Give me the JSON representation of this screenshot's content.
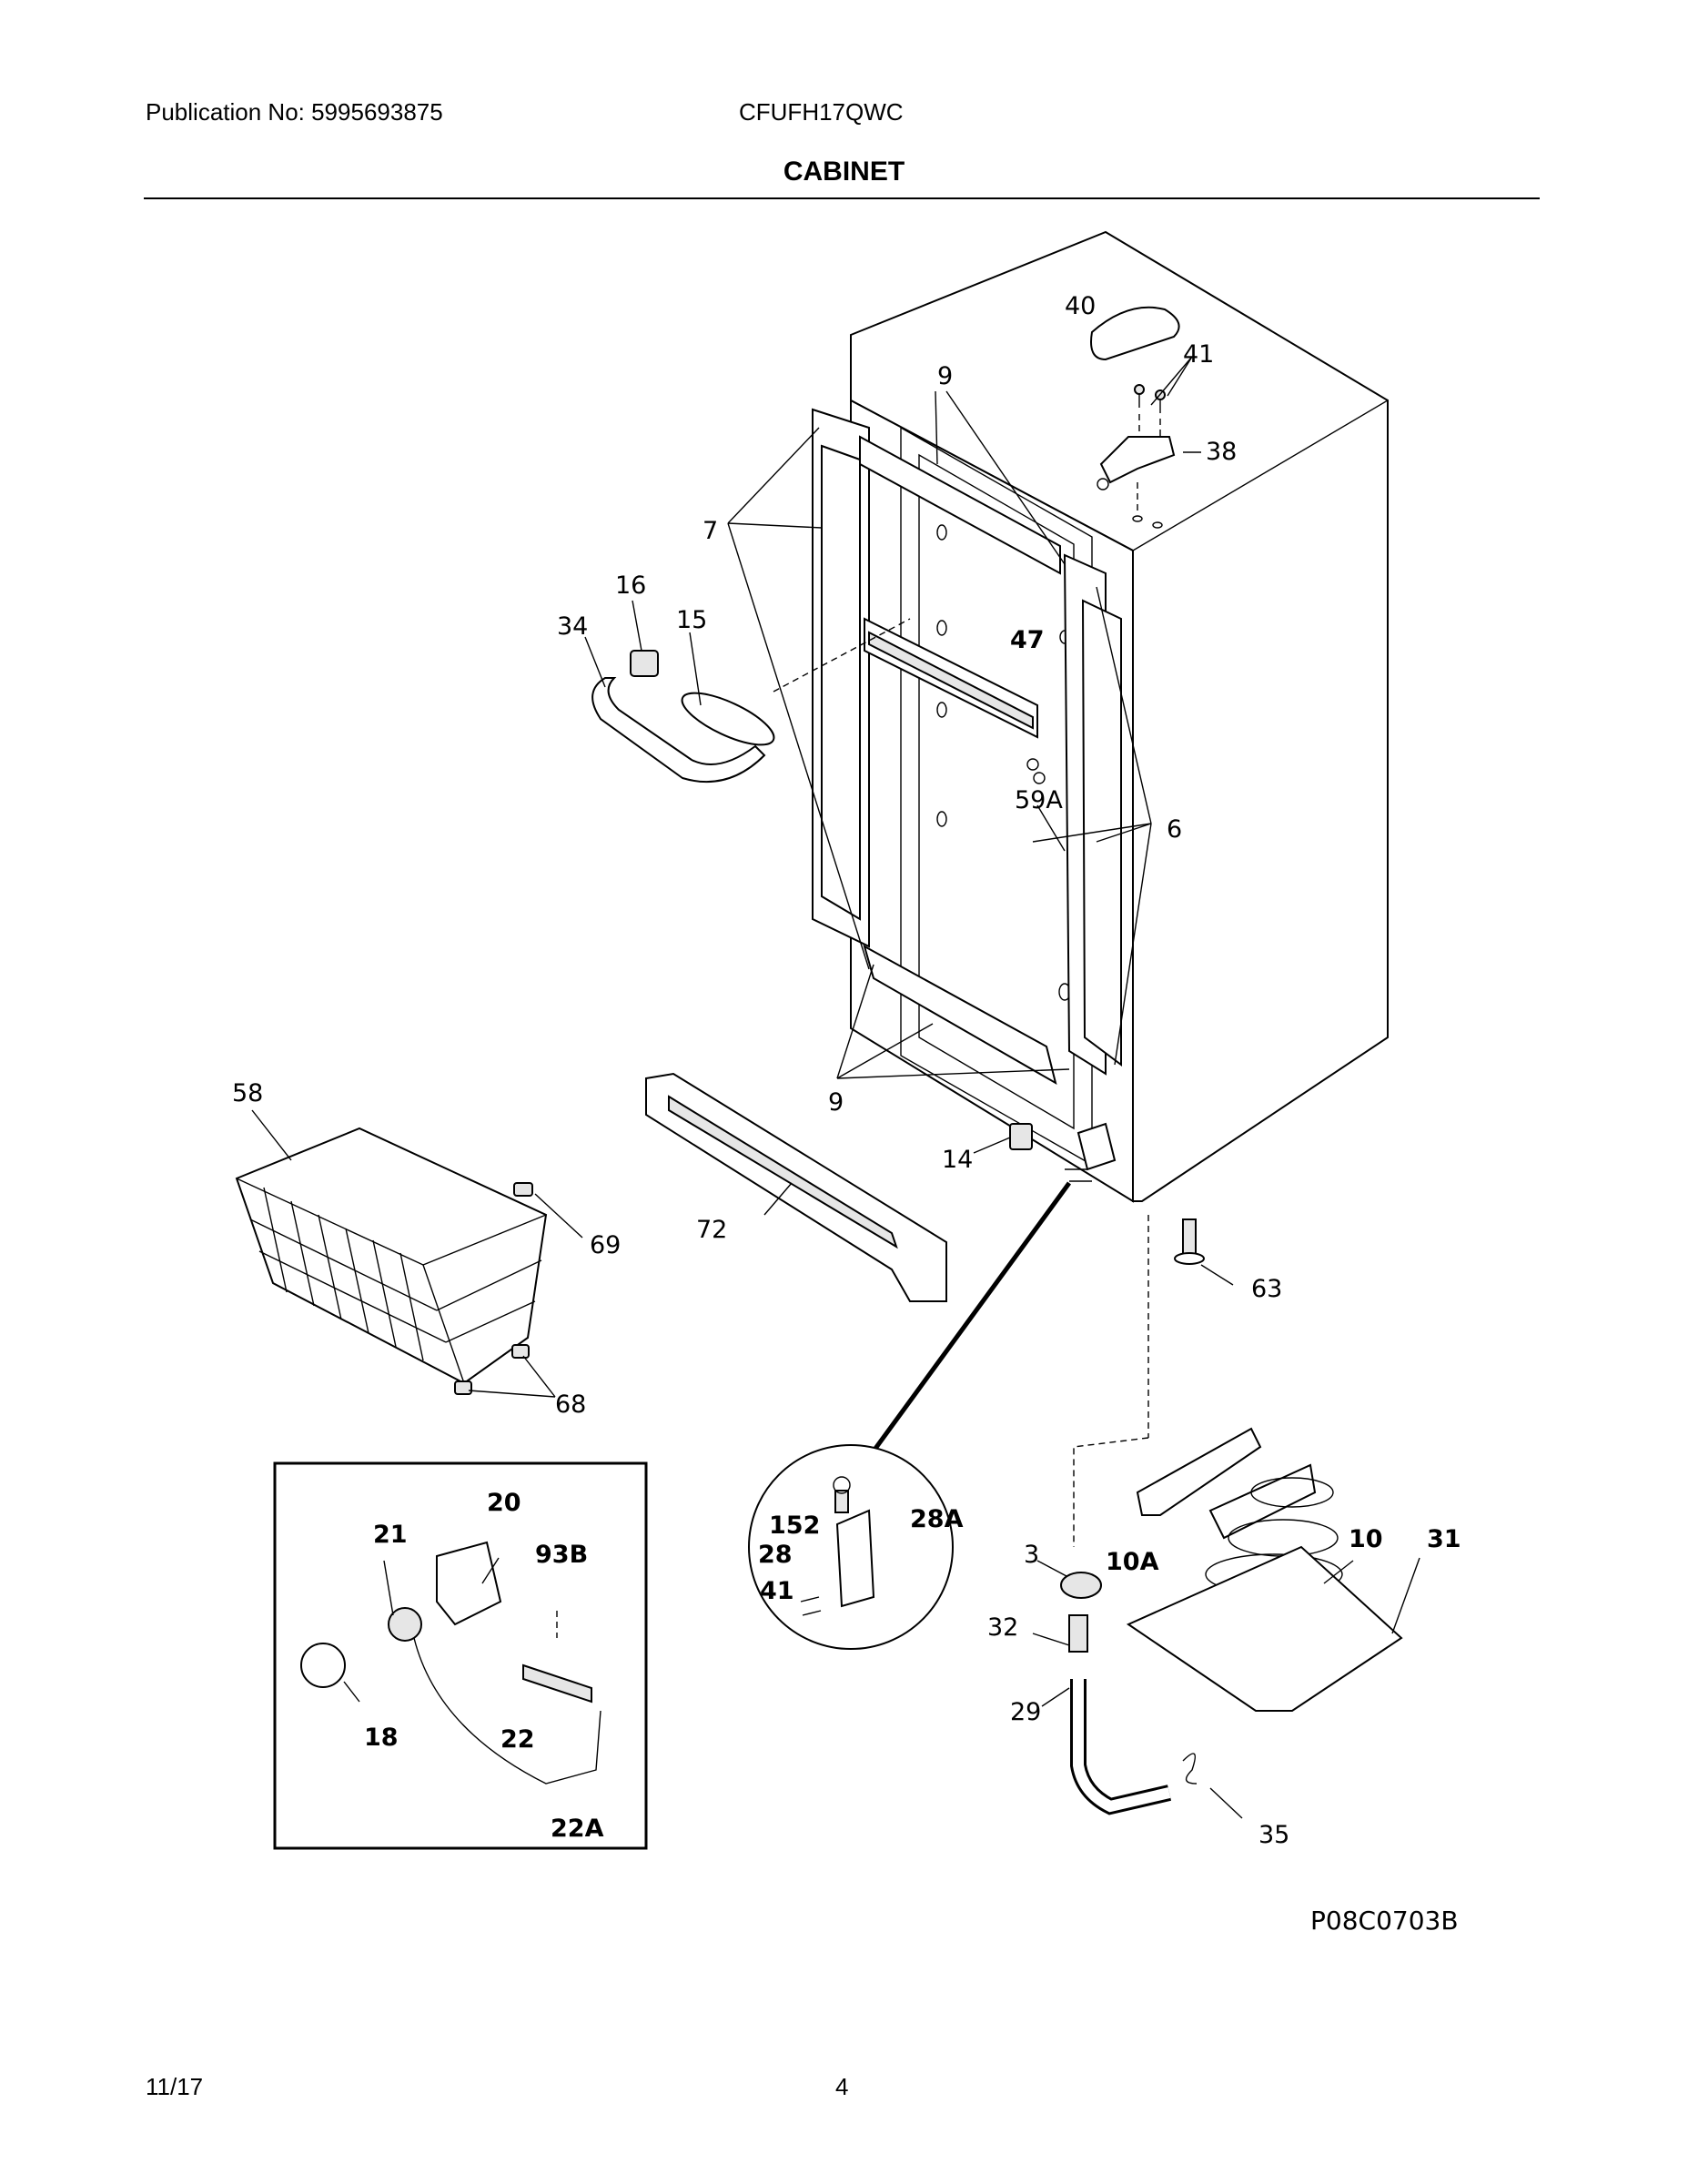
{
  "header": {
    "publication": "Publication No: 5995693875",
    "model": "CFUFH17QWC",
    "title": "CABINET"
  },
  "footer": {
    "date": "11/17",
    "page": "4",
    "figure_code": "P08C0703B"
  },
  "callouts": {
    "c40": "40",
    "c41": "41",
    "c9a": "9",
    "c38": "38",
    "c7": "7",
    "c16": "16",
    "c34": "34",
    "c15": "15",
    "c47": "47",
    "c59a": "59A",
    "c6": "6",
    "c58": "58",
    "c9b": "9",
    "c14": "14",
    "c69": "69",
    "c72": "72",
    "c63": "63",
    "c68": "68",
    "c20": "20",
    "c21": "21",
    "c93b": "93B",
    "c18": "18",
    "c22": "22",
    "c22a": "22A",
    "c152": "152",
    "c28a": "28A",
    "c28": "28",
    "c41b": "41",
    "c3": "3",
    "c10a": "10A",
    "c10": "10",
    "c31": "31",
    "c32": "32",
    "c29": "29",
    "c35": "35"
  }
}
